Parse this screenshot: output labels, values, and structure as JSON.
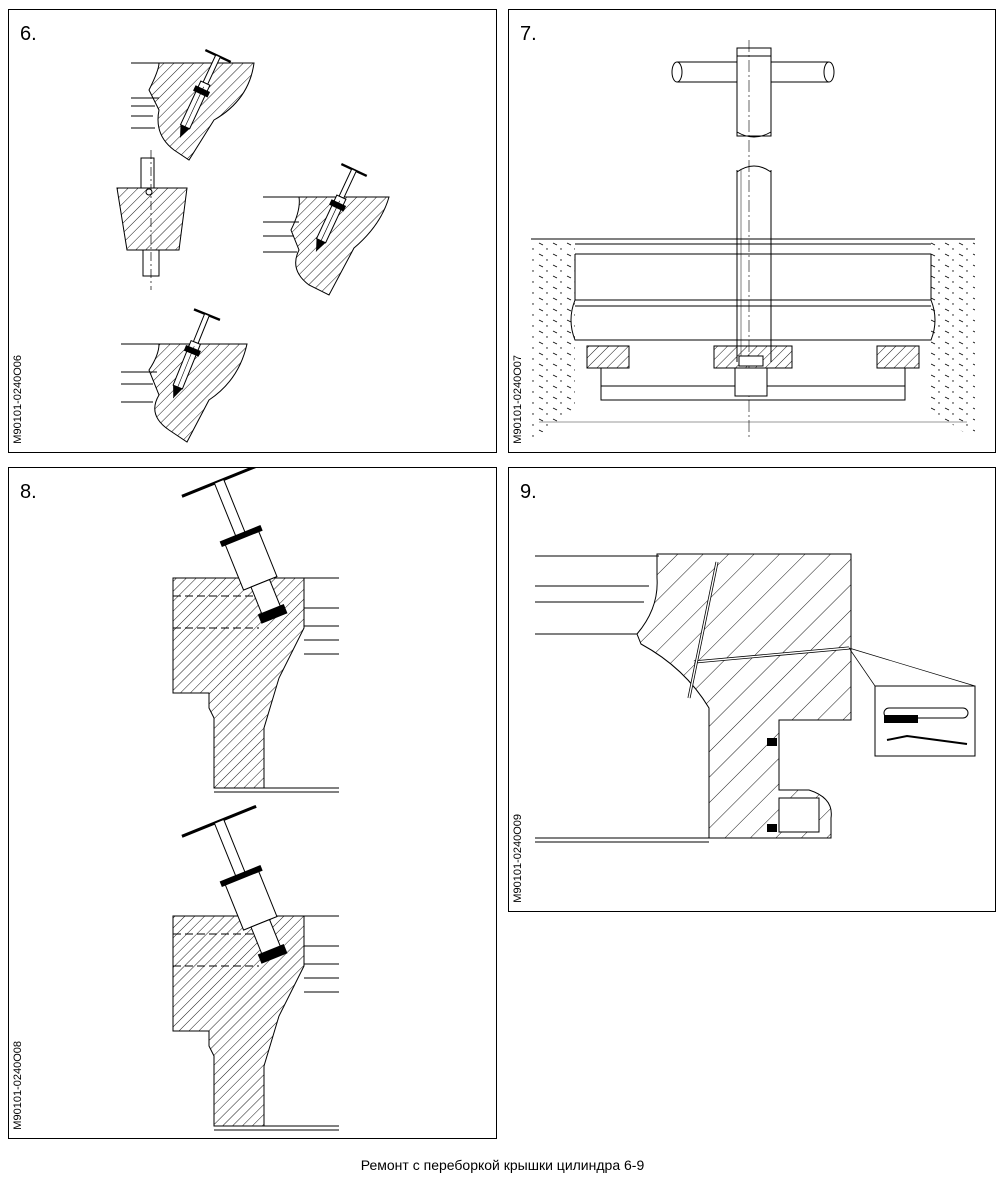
{
  "panels": [
    {
      "number": "6.",
      "code": "M90101-0240O06"
    },
    {
      "number": "7.",
      "code": "M90101-0240O07"
    },
    {
      "number": "8.",
      "code": "M90101-0240O08"
    },
    {
      "number": "9.",
      "code": "M90101-0240O09"
    }
  ],
  "caption": "Ремонт с переборкой крышки цилиндра 6-9"
}
